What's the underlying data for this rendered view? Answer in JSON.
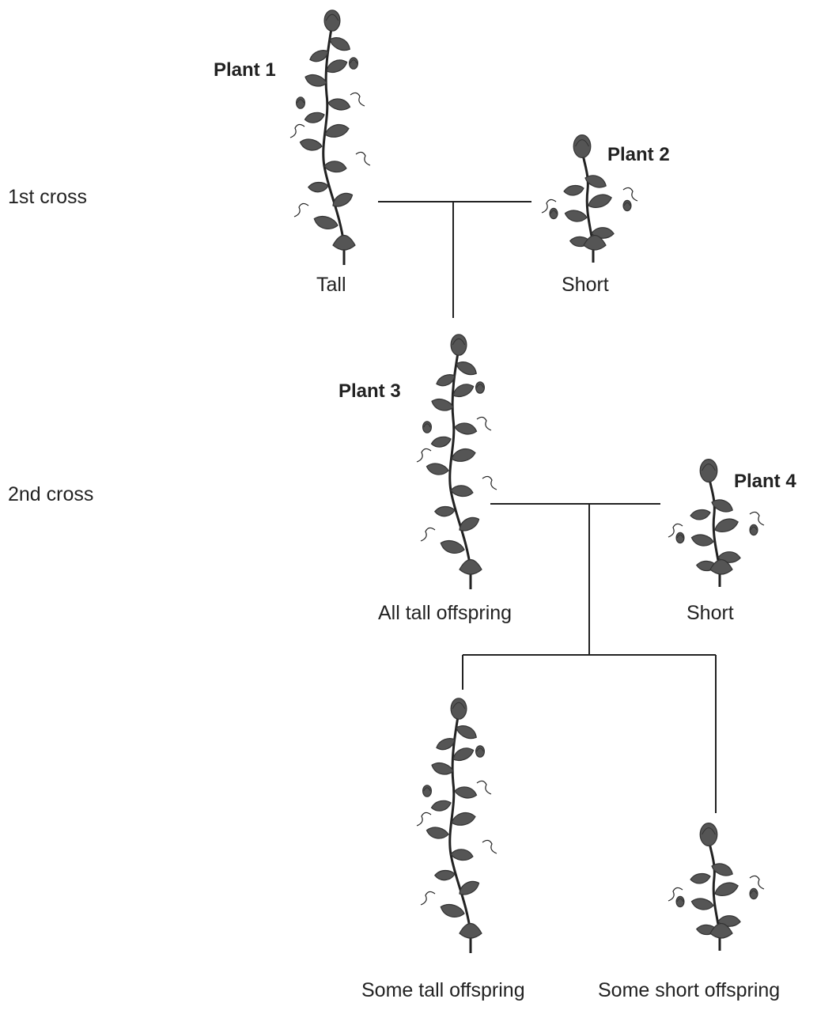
{
  "crosses": {
    "first": "1st cross",
    "second": "2nd cross"
  },
  "plants": {
    "p1": {
      "name": "Plant 1",
      "trait": "Tall",
      "icon": "tall-plant-icon"
    },
    "p2": {
      "name": "Plant 2",
      "trait": "Short",
      "icon": "short-plant-icon"
    },
    "p3": {
      "name": "Plant 3",
      "trait": "All tall offspring",
      "icon": "tall-plant-icon"
    },
    "p4": {
      "name": "Plant 4",
      "trait": "Short",
      "icon": "short-plant-icon"
    }
  },
  "offspring": {
    "tall": {
      "label": "Some tall offspring",
      "icon": "tall-plant-icon"
    },
    "short": {
      "label": "Some short offspring",
      "icon": "short-plant-icon"
    }
  },
  "colors": {
    "ink": "#222222",
    "leaf": "#555555",
    "leaf_dark": "#333333"
  }
}
